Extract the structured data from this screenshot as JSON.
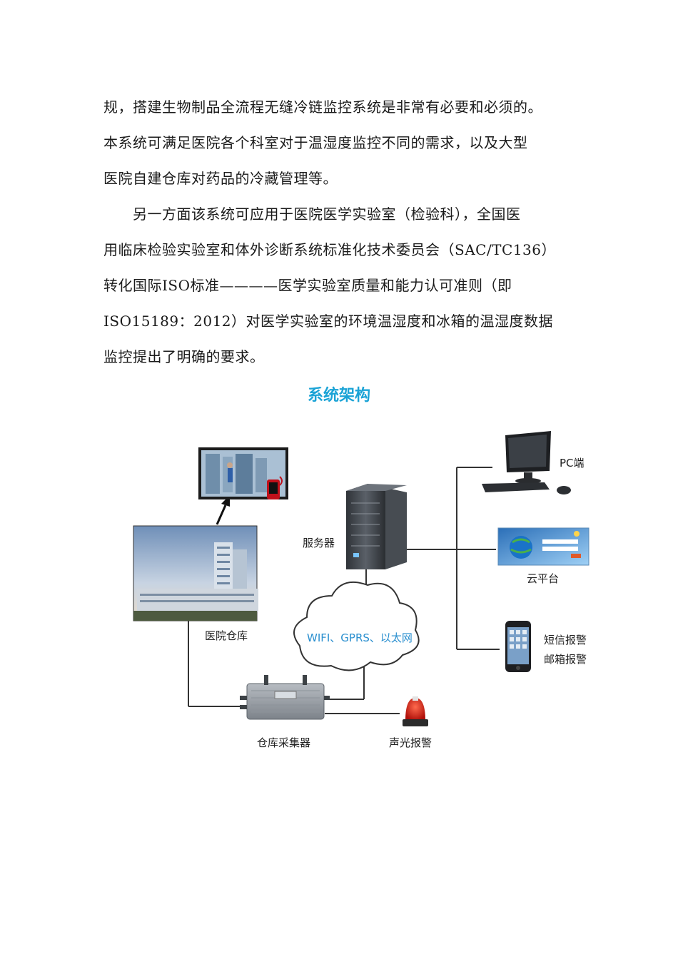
{
  "paragraph_lines": [
    "规，搭建生物制品全流程无缝冷链监控系统是非常有必要和必须的。",
    "本系统可满足医院各个科室对于温湿度监控不同的需求，以及大型",
    "医院自建仓库对药品的冷藏管理等。",
    "　　另一方面该系统可应用于医院医学实验室（检验科），全国医",
    "用临床检验实验室和体外诊断系统标准化技术委员会（SAC/TC136）",
    "转化国际ISO标准————医学实验室质量和能力认可准则（即",
    "ISO15189：2012）对医学实验室的环境温湿度和冰箱的温湿度数据",
    "监控提出了明确的要求。"
  ],
  "section_title": "系统架构",
  "diagram": {
    "hospital_label": "医院仓库",
    "server_label": "服务器",
    "cloud_label": "WIFI、GPRS、以太网",
    "pc_label": "PC端",
    "cloud_platform_label": "云平台",
    "sms_alarm_label": "短信报警",
    "email_alarm_label": "邮箱报警",
    "collector_label": "仓库采集器",
    "siren_label": "声光报警"
  },
  "colors": {
    "title": "#1ba3d6",
    "line": "#333333",
    "cloud_text": "#2a8fcf"
  }
}
